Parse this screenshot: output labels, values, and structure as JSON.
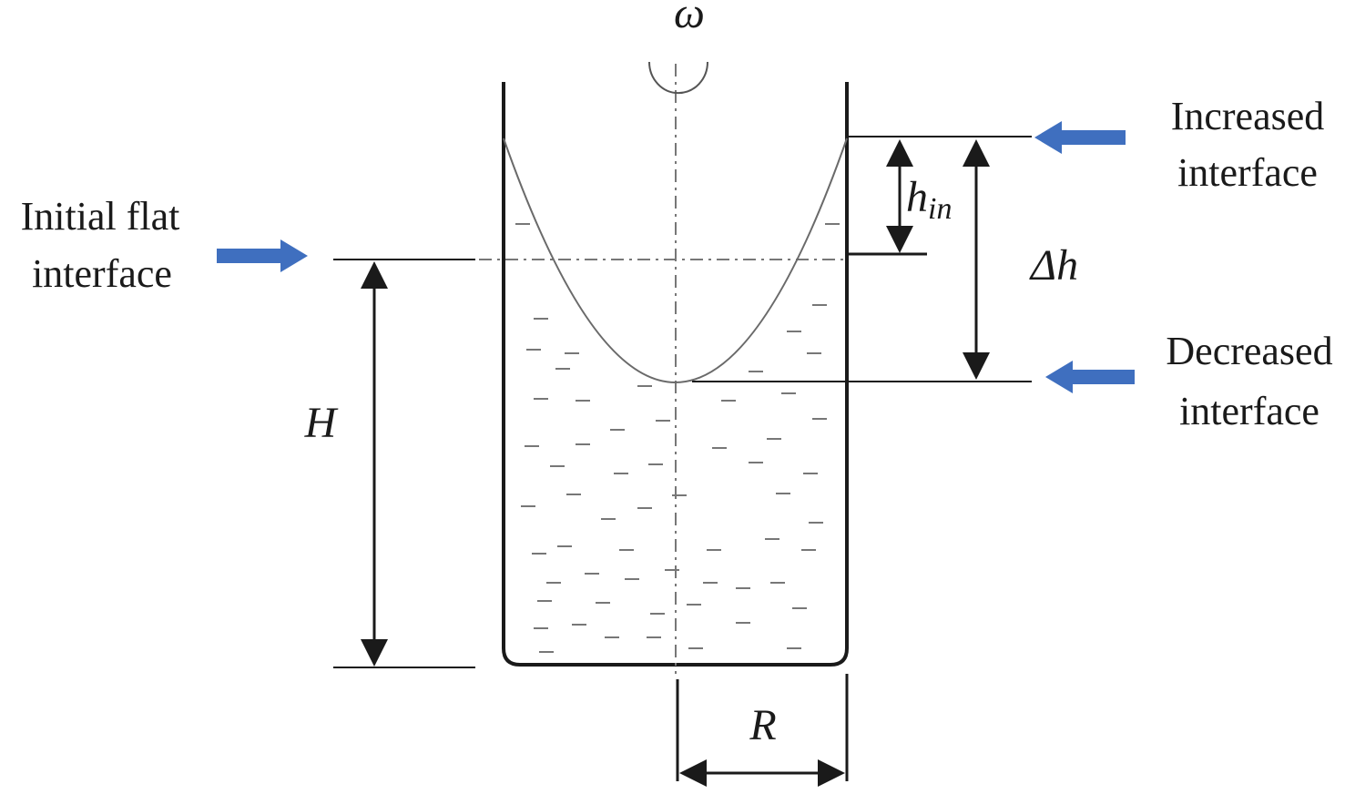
{
  "labels": {
    "omega": "ω",
    "initial_line1": "Initial flat",
    "initial_line2": "interface",
    "increased_line1": "Increased",
    "increased_line2": "interface",
    "decreased_line1": "Decreased",
    "decreased_line2": "interface",
    "H": "H",
    "R": "R",
    "h_main": "h",
    "h_sub": "in",
    "delta_h": "Δh"
  },
  "colors": {
    "arrow": "#3f6fbf",
    "line": "#1a1a1a",
    "curve": "#6a6a6a",
    "dash": "#777777"
  },
  "icons": {
    "rotation": "rotation-arrow-icon",
    "pointer": "blue-block-arrow-icon"
  }
}
